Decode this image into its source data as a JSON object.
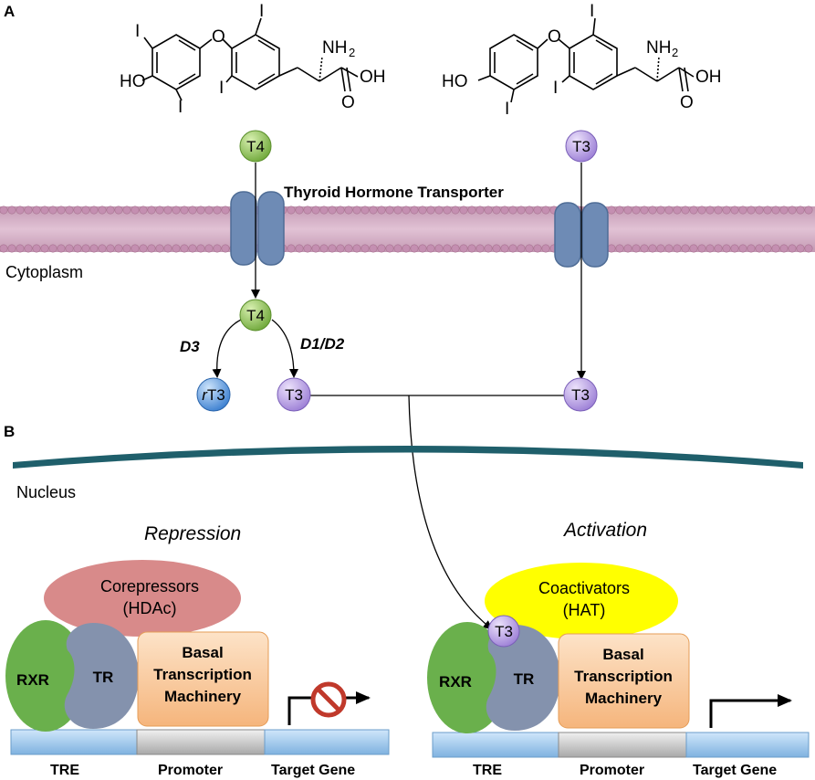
{
  "panels": {
    "a": "A",
    "b": "B"
  },
  "molecules": {
    "t4": {
      "i_top": "I",
      "i_left1": "I",
      "i_left2": "I",
      "i_bottom": "I",
      "ho": "HO",
      "o": "O",
      "nh2": "NH",
      "nh2_sub": "2",
      "oh": "OH",
      "carbonyl_o": "O"
    },
    "t3": {
      "i_top": "I",
      "i_left2": "I",
      "i_bottom": "I",
      "ho": "HO",
      "o": "O",
      "nh2": "NH",
      "nh2_sub": "2",
      "oh": "OH",
      "carbonyl_o": "O"
    }
  },
  "membrane": {
    "transporter_label": "Thyroid Hormone Transporter",
    "cytoplasm_label": "Cytoplasm"
  },
  "hormones": {
    "t4_outside": "T4",
    "t3_outside": "T3",
    "t4_inside": "T4",
    "rt3_prefix": "r",
    "rt3_suffix": "T3",
    "t3_converted": "T3",
    "t3_imported": "T3",
    "t3_bound": "T3"
  },
  "enzymes": {
    "d3": "D3",
    "d1d2": "D1/D2"
  },
  "nucleus": {
    "label": "Nucleus"
  },
  "repression": {
    "title": "Repression",
    "corepressors_line1": "Corepressors",
    "corepressors_line2": "(HDAc)",
    "rxr": "RXR",
    "tr": "TR",
    "basal_line1": "Basal",
    "basal_line2": "Transcription",
    "basal_line3": "Machinery",
    "tre": "TRE",
    "promoter": "Promoter",
    "target_gene": "Target Gene"
  },
  "activation": {
    "title": "Activation",
    "coactivators_line1": "Coactivators",
    "coactivators_line2": "(HAT)",
    "rxr": "RXR",
    "tr": "TR",
    "basal_line1": "Basal",
    "basal_line2": "Transcription",
    "basal_line3": "Machinery",
    "tre": "TRE",
    "promoter": "Promoter",
    "target_gene": "Target Gene"
  },
  "colors": {
    "t4_ball": "#8cc152",
    "t3_ball": "#b49ae0",
    "rt3_ball": "#4a90e2",
    "transporter": "#6e8bb5",
    "membrane": "#c89bb6",
    "nucleus_envelope": "#1f5f6b",
    "corepressor": "#d88a8a",
    "coactivator": "#ffff00",
    "rxr": "#6ab04c",
    "tr": "#8492ad",
    "basal": "#f8c99a",
    "dna": "#9ec8ee",
    "promoter": "#c8c8c8",
    "block": "#c0392b"
  }
}
